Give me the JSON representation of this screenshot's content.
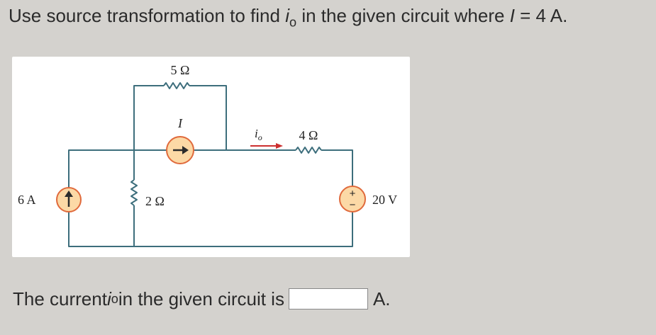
{
  "question": {
    "before_io": "Use source transformation to find ",
    "io_symbol": "i",
    "io_sub": "o",
    "after_io": " in the given circuit where ",
    "I_symbol": "I",
    "equals_value": " = 4 A."
  },
  "circuit": {
    "r_top": "5 Ω",
    "source_i": "I",
    "current_io": "i",
    "current_io_sub": "o",
    "r_right": "4 Ω",
    "source_6a": "6 A",
    "r_mid": "2 Ω",
    "voltage_source": "20 V",
    "vs_plus": "+",
    "vs_minus": "−"
  },
  "answer": {
    "before": "The current ",
    "io_symbol": "i",
    "io_sub": "o",
    "after": " in the given circuit is",
    "input_value": "",
    "unit": "A."
  },
  "colors": {
    "wire": "#3d6e7c",
    "source_fill": "#fcd9a6",
    "source_stroke": "#e06a3c",
    "arrow": "#cc2f2f"
  }
}
